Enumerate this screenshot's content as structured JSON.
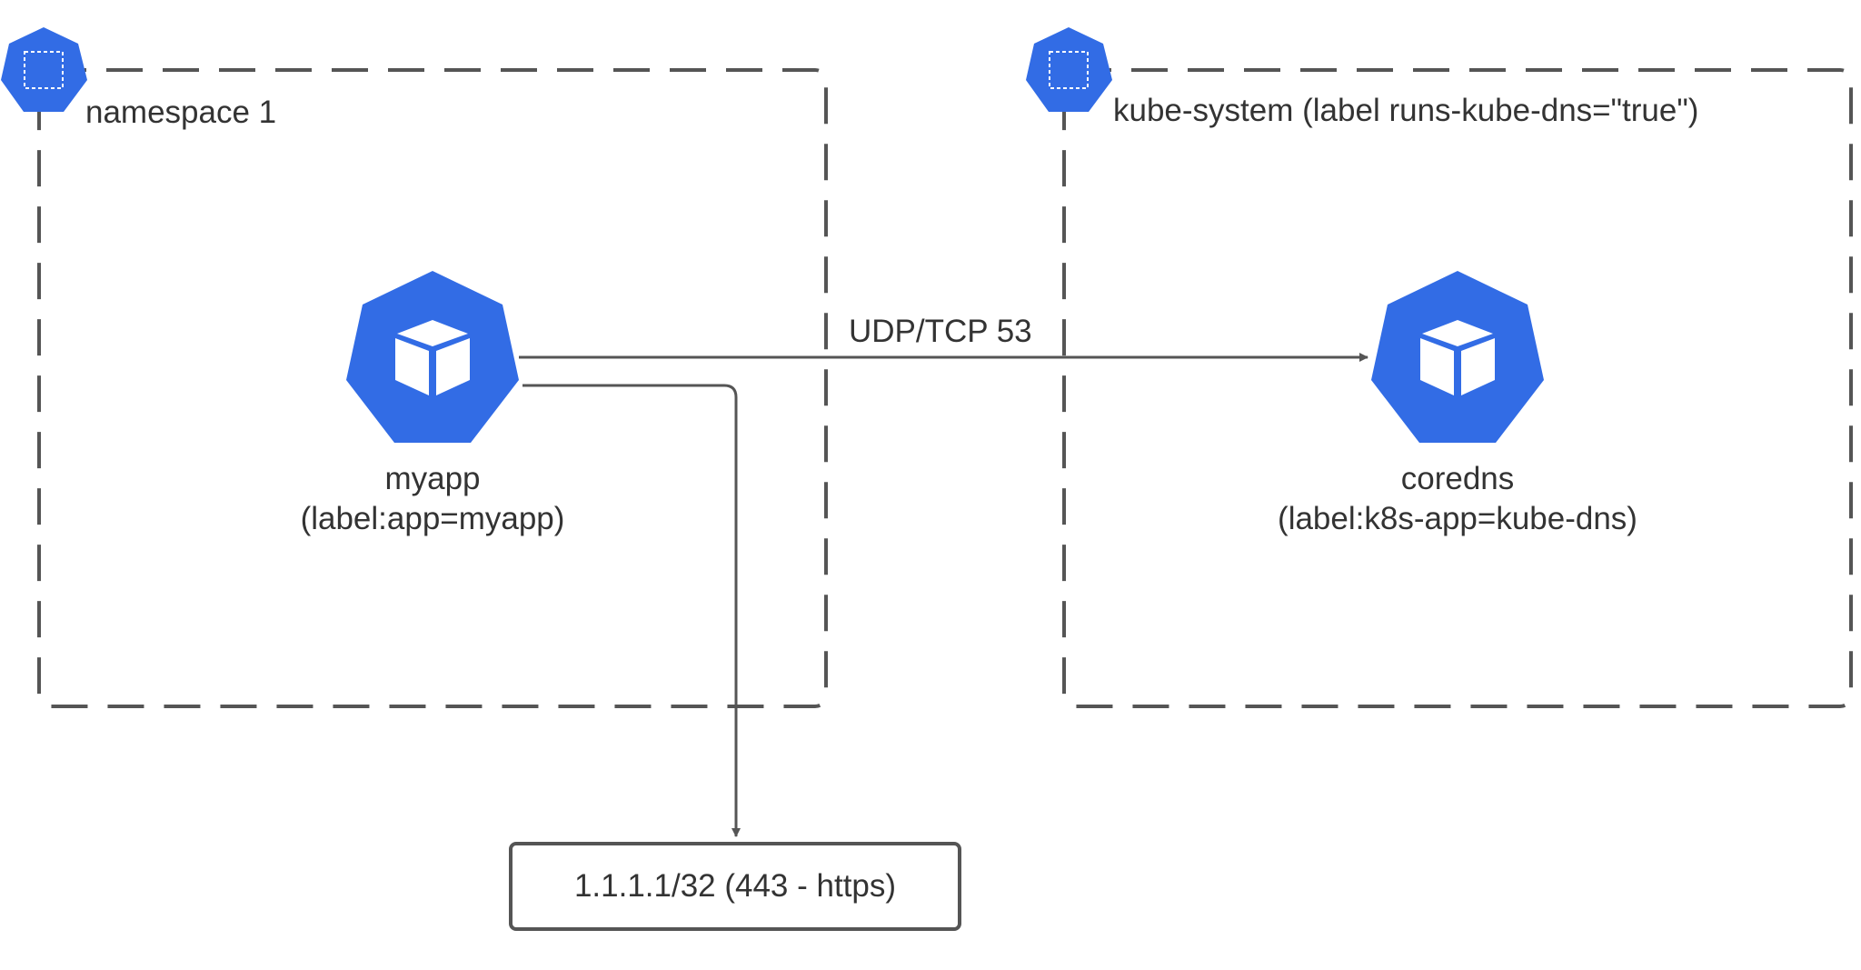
{
  "colors": {
    "k8s_blue": "#326CE5",
    "line": "#555555",
    "text": "#333333"
  },
  "icons": {
    "namespace": "k8s-namespace-icon",
    "pod": "k8s-pod-icon"
  },
  "namespaces": [
    {
      "id": "ns1",
      "label": "namespace 1"
    },
    {
      "id": "kube-system",
      "label": "kube-system (label runs-kube-dns=\"true\")"
    }
  ],
  "pods": [
    {
      "id": "myapp",
      "name": "myapp",
      "label": "(label:app=myapp)"
    },
    {
      "id": "coredns",
      "name": "coredns",
      "label": "(label:k8s-app=kube-dns)"
    }
  ],
  "connections": [
    {
      "from": "myapp",
      "to": "coredns",
      "label": "UDP/TCP 53"
    },
    {
      "from": "myapp",
      "to": "external",
      "label": ""
    }
  ],
  "external": {
    "label": "1.1.1.1/32 (443 - https)"
  }
}
